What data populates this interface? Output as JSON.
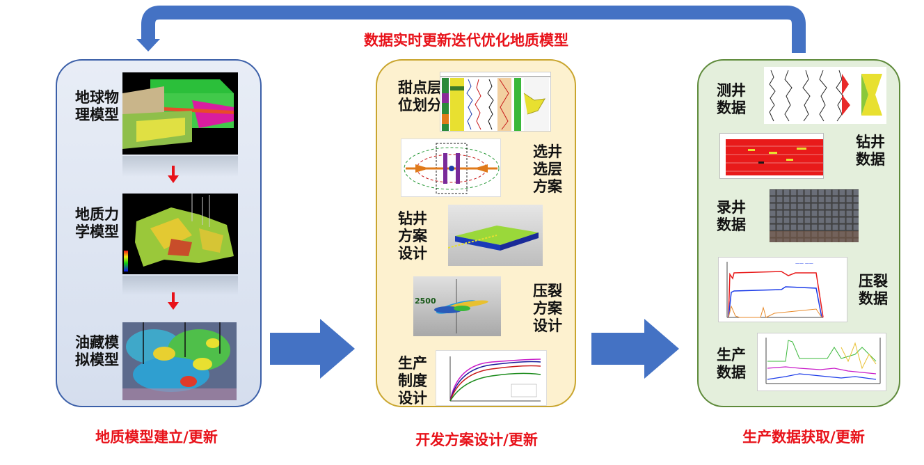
{
  "feedback": {
    "label": "数据实时更新迭代优化地质模型"
  },
  "left_panel": {
    "caption": "地质模型建立/更新",
    "items": [
      {
        "label": "地球物理模型"
      },
      {
        "label": "地质力学模型"
      },
      {
        "label": "油藏模拟模型"
      }
    ]
  },
  "middle_panel": {
    "caption": "开发方案设计/更新",
    "items": [
      {
        "label": "甜点层位划分"
      },
      {
        "label": "选井选层方案"
      },
      {
        "label": "钻井方案设计"
      },
      {
        "label": "压裂方案设计"
      },
      {
        "label": "生产制度设计"
      }
    ],
    "drill_depth_label": "2500"
  },
  "right_panel": {
    "caption": "生产数据获取/更新",
    "items": [
      {
        "label": "测井数据"
      },
      {
        "label": "钻井数据"
      },
      {
        "label": "录井数据"
      },
      {
        "label": "压裂数据"
      },
      {
        "label": "生产数据"
      }
    ]
  },
  "colors": {
    "arrow_blue": "#4472c4",
    "caption_red": "#e8121a",
    "left_bg": "#dfe6f2",
    "left_border": "#3b5fa8",
    "middle_bg": "#fdf1cf",
    "middle_border": "#c9a52e",
    "right_bg": "#e4efdc",
    "right_border": "#5e8a3a"
  }
}
